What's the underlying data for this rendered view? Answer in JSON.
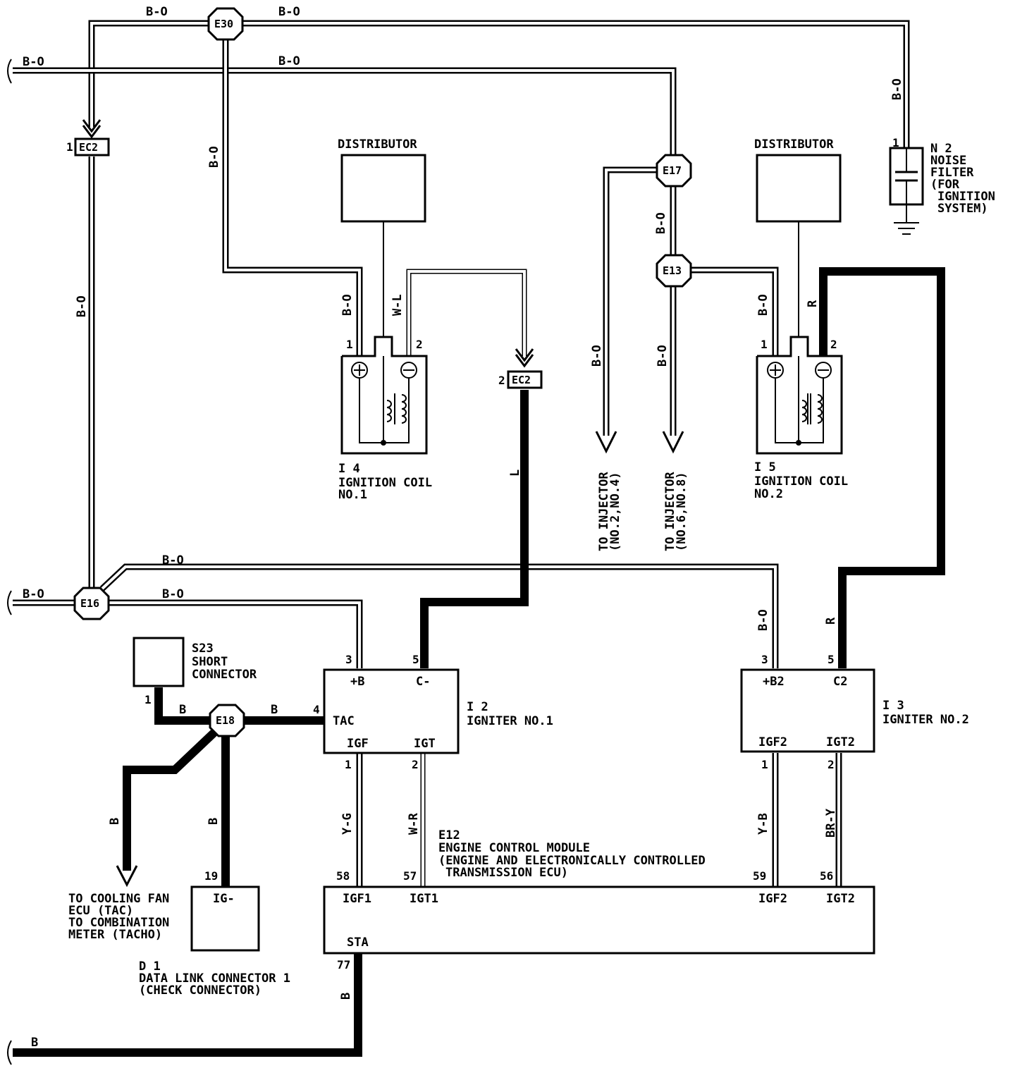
{
  "wire_codes": {
    "bo": "B-O",
    "wl": "W-L",
    "l": "L",
    "r": "R",
    "b": "B",
    "yg": "Y-G",
    "wr": "W-R",
    "yb": "Y-B",
    "bry": "BR-Y"
  },
  "junctions": {
    "e30": "E30",
    "e17": "E17",
    "e13": "E13",
    "e16": "E16",
    "e18": "E18",
    "ec2": "EC2"
  },
  "pins": {
    "p1": "1",
    "p2": "2",
    "p3": "3",
    "p4": "4",
    "p5": "5",
    "p19": "19",
    "p56": "56",
    "p57": "57",
    "p58": "58",
    "p59": "59",
    "p77": "77"
  },
  "components": {
    "distributor": "DISTRIBUTOR",
    "i4": {
      "code": "I 4",
      "name": "IGNITION COIL",
      "sub": "NO.1"
    },
    "i5": {
      "code": "I 5",
      "name": "IGNITION COIL",
      "sub": "NO.2"
    },
    "n2": {
      "code": "N 2",
      "l1": "NOISE",
      "l2": "FILTER",
      "l3": "(FOR",
      "l4": "IGNITION",
      "l5": "SYSTEM)"
    },
    "s23": {
      "code": "S23",
      "l1": "SHORT",
      "l2": "CONNECTOR"
    },
    "i2": {
      "code": "I 2",
      "name": "IGNITER NO.1",
      "plus_b": "+B",
      "c_neg": "C-",
      "tac": "TAC",
      "igf": "IGF",
      "igt": "IGT"
    },
    "i3": {
      "code": "I 3",
      "name": "IGNITER NO.2",
      "plus_b2": "+B2",
      "c2": "C2",
      "igf2": "IGF2",
      "igt2": "IGT2"
    },
    "e12": {
      "code": "E12",
      "l1": "ENGINE CONTROL MODULE",
      "l2": "(ENGINE AND ELECTRONICALLY CONTROLLED",
      "l3": "TRANSMISSION ECU)",
      "igf1": "IGF1",
      "igt1": "IGT1",
      "igf2": "IGF2",
      "igt2": "IGT2",
      "sta": "STA"
    },
    "d1": {
      "code": "D 1",
      "l1": "DATA LINK CONNECTOR 1",
      "l2": "(CHECK CONNECTOR)",
      "ig_neg": "IG-"
    }
  },
  "destinations": {
    "inj_a_1": "TO INJECTOR",
    "inj_a_2": "(NO.2,NO.4)",
    "inj_b_1": "TO INJECTOR",
    "inj_b_2": "(NO.6,NO.8)",
    "fan_1": "TO COOLING FAN",
    "fan_2": "ECU (TAC)",
    "fan_3": "TO COMBINATION",
    "fan_4": "METER (TACHO)"
  }
}
